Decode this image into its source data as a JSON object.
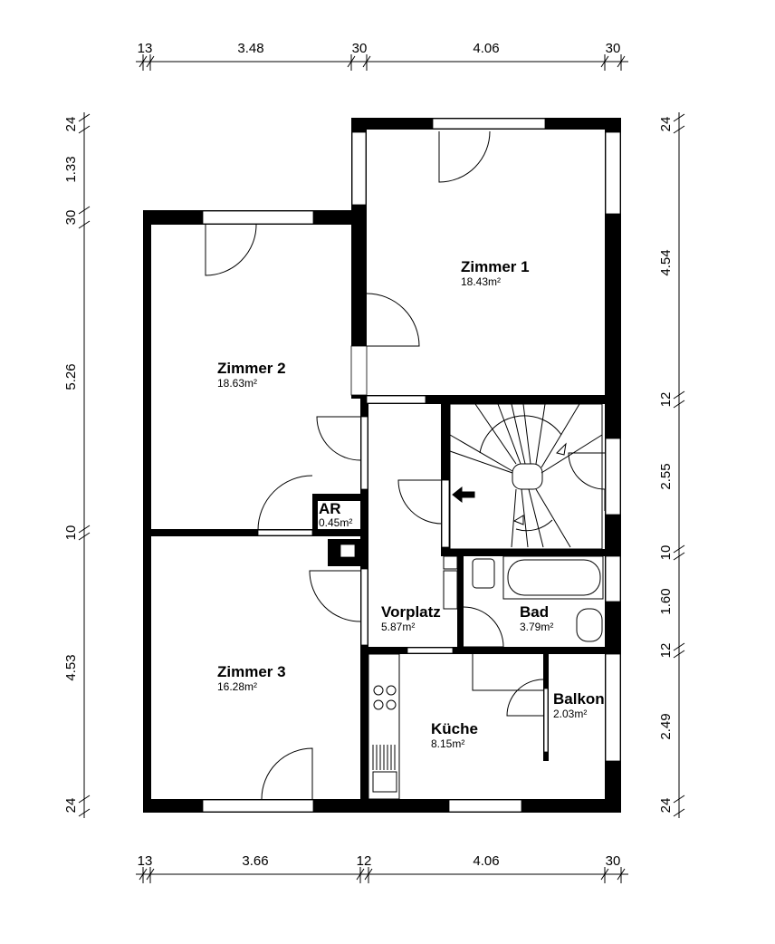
{
  "dimensions": {
    "top": [
      "13",
      "3.48",
      "30",
      "4.06",
      "30"
    ],
    "bottom": [
      "13",
      "3.66",
      "12",
      "4.06",
      "30"
    ],
    "left": [
      "24",
      "1.33",
      "30",
      "5.26",
      "10",
      "4.53",
      "24"
    ],
    "right": [
      "24",
      "4.54",
      "12",
      "2.55",
      "10",
      "1.60",
      "12",
      "2.49",
      "24"
    ]
  },
  "rooms": [
    {
      "name": "Zimmer 1",
      "area": "18.43m²"
    },
    {
      "name": "Zimmer 2",
      "area": "18.63m²"
    },
    {
      "name": "AR",
      "area": "0.45m²"
    },
    {
      "name": "Vorplatz",
      "area": "5.87m²"
    },
    {
      "name": "Bad",
      "area": "3.79m²"
    },
    {
      "name": "Zimmer 3",
      "area": "16.28m²"
    },
    {
      "name": "Küche",
      "area": "8.15m²"
    },
    {
      "name": "Balkon",
      "area": "2.03m²"
    }
  ]
}
